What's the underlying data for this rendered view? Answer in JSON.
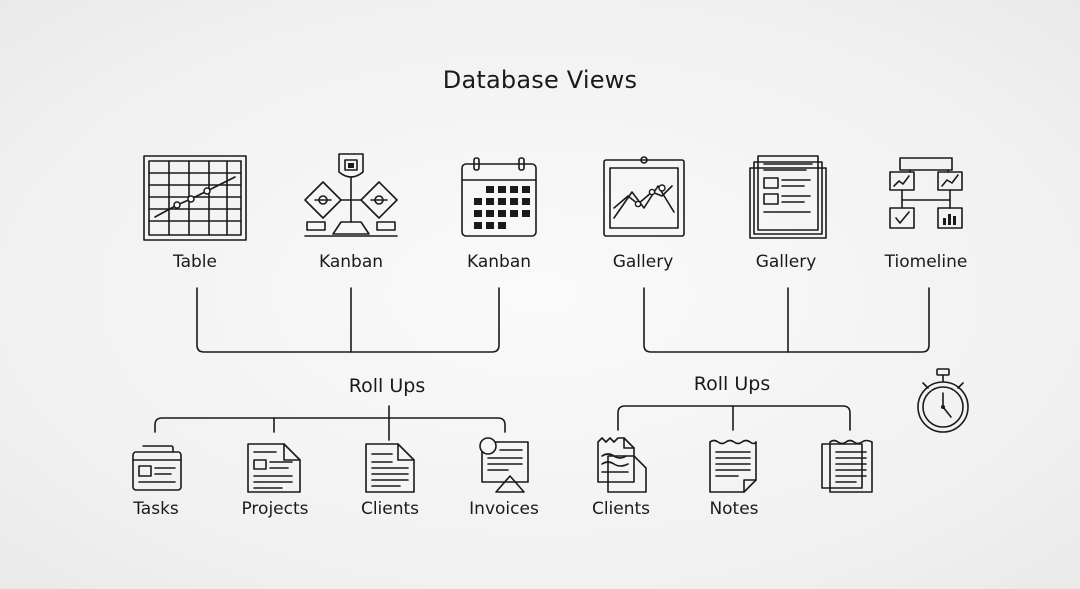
{
  "diagram": {
    "title": "Database Views",
    "views": [
      {
        "label": "Table",
        "icon": "table-chart-icon"
      },
      {
        "label": "Kanban",
        "icon": "kanban-board-icon"
      },
      {
        "label": "Kanban",
        "icon": "calendar-icon"
      },
      {
        "label": "Gallery",
        "icon": "image-frame-icon"
      },
      {
        "label": "Gallery",
        "icon": "stacked-documents-icon"
      },
      {
        "label": "Tiomeline",
        "icon": "flowchart-icon"
      }
    ],
    "rollups": [
      {
        "label": "Roll Ups",
        "items": [
          {
            "label": "Tasks",
            "icon": "folder-card-icon"
          },
          {
            "label": "Projects",
            "icon": "document-icon"
          },
          {
            "label": "Clients",
            "icon": "file-icon"
          },
          {
            "label": "Invoices",
            "icon": "invoice-icon"
          }
        ]
      },
      {
        "label": "Roll Ups",
        "items": [
          {
            "label": "Clients",
            "icon": "torn-document-icon"
          },
          {
            "label": "Notes",
            "icon": "notepad-icon"
          },
          {
            "label": "",
            "icon": "stacked-notes-icon"
          }
        ]
      }
    ],
    "extra_icon": "stopwatch-icon"
  }
}
